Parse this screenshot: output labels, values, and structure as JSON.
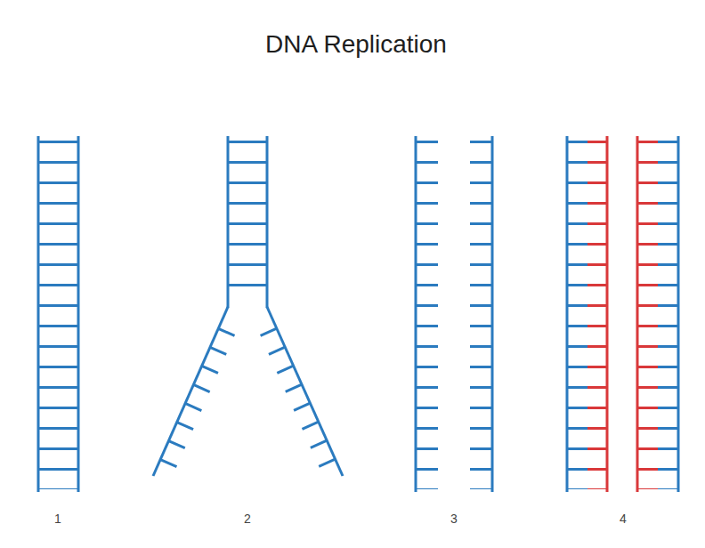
{
  "diagram": {
    "title": "DNA Replication",
    "labels": [
      "1",
      "2",
      "3",
      "4"
    ]
  }
}
